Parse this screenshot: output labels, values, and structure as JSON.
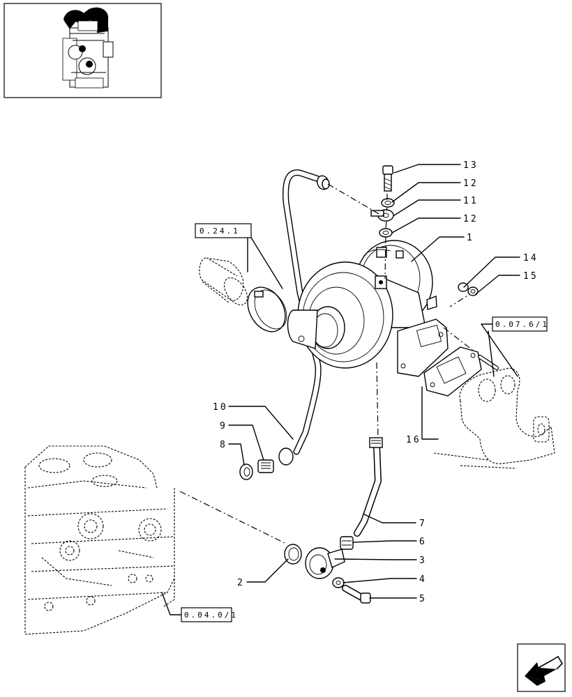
{
  "diagram": {
    "callouts": [
      {
        "id": "c13",
        "label": "13"
      },
      {
        "id": "c12a",
        "label": "12"
      },
      {
        "id": "c11",
        "label": "11"
      },
      {
        "id": "c12b",
        "label": "12"
      },
      {
        "id": "c1",
        "label": "1"
      },
      {
        "id": "c14",
        "label": "14"
      },
      {
        "id": "c15",
        "label": "15"
      },
      {
        "id": "c10",
        "label": "10"
      },
      {
        "id": "c9",
        "label": "9"
      },
      {
        "id": "c8",
        "label": "8"
      },
      {
        "id": "c16",
        "label": "16"
      },
      {
        "id": "c7",
        "label": "7"
      },
      {
        "id": "c6",
        "label": "6"
      },
      {
        "id": "c3",
        "label": "3"
      },
      {
        "id": "c4",
        "label": "4"
      },
      {
        "id": "c5",
        "label": "5"
      },
      {
        "id": "c2",
        "label": "2"
      }
    ],
    "references": {
      "ref_0241": "0.24.1",
      "ref_0761": "0.07.6/1",
      "ref_0401": "0.04.0/1"
    },
    "icons": {
      "thumbnail": "engine-thumbnail-icon",
      "navigation": "previous-page-arrow-icon"
    },
    "colors": {
      "line": "#000000",
      "background": "#ffffff"
    }
  }
}
